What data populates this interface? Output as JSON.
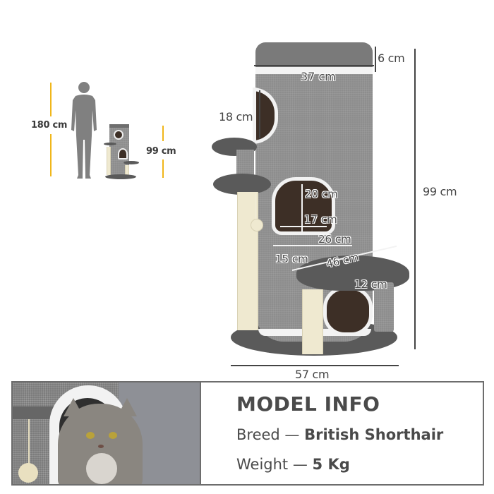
{
  "scale_comparison": {
    "person_height_label": "180 cm",
    "tree_height_label": "99 cm",
    "accent_color": "#f0b61a"
  },
  "dimensions": {
    "top_cushion_depth": "6 cm",
    "top_diameter": "37 cm",
    "upper_hole_height": "18 cm",
    "total_height": "99 cm",
    "mid_hole_height": "20 cm",
    "mid_hole_width": "17 cm",
    "platform_depth": "26 cm",
    "platform_side": "15 cm",
    "lower_platform_length": "46 cm",
    "lower_platform_depth": "12 cm",
    "base_width": "57 cm"
  },
  "model_info": {
    "title": "MODEL INFO",
    "breed_label": "Breed —",
    "breed_value": "British Shorthair",
    "weight_label": "Weight —",
    "weight_value": "5 Kg"
  },
  "colors": {
    "tree_grey": "#8d8d8d",
    "tree_dark": "#5a5a5a",
    "sisal": "#efe9d0",
    "text": "#4a4a4a"
  }
}
